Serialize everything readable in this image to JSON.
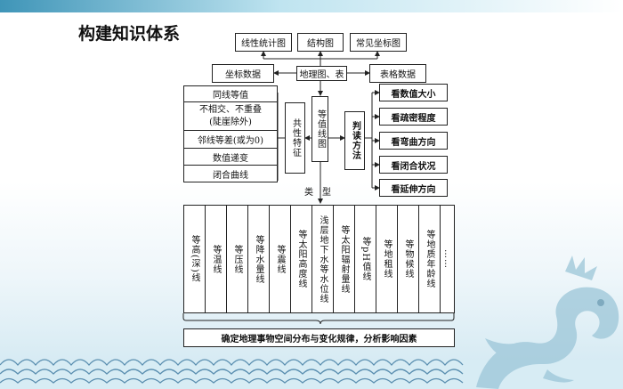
{
  "title": "构建知识体系",
  "top_boxes": [
    "线性统计图",
    "结构图",
    "常见坐标图"
  ],
  "center_box": "地理图、表",
  "coord_box": "坐标数据",
  "table_box": "表格数据",
  "left_features": [
    "同线等值",
    "不相交、不重叠\n(陡崖除外)",
    "邻线等差(或为0)",
    "数值递变",
    "闭合曲线"
  ],
  "shared_features": "共性特征",
  "isoline_map": "等值线图",
  "reading_methods": "判读方法",
  "right_methods": [
    "看数值大小",
    "看疏密程度",
    "看弯曲方向",
    "看闭合状况",
    "看延伸方向"
  ],
  "types_label": "类　型",
  "types": [
    "等高(深)线",
    "等温线",
    "等压线",
    "等降水量线",
    "等震线",
    "等太阳高度线",
    "浅层地下水等水位线",
    "等太阳辐射量线",
    "等pH值线",
    "等地租线",
    "等物候线",
    "等地质年龄线",
    "……"
  ],
  "bottom_box": "确定地理事物空间分布与变化规律，分析影响因素"
}
